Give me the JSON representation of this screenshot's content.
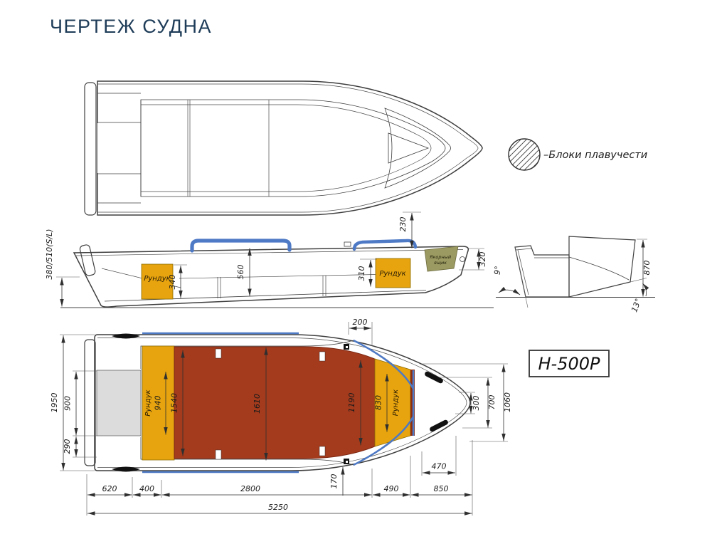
{
  "page": {
    "title": "ЧЕРТЕЖ СУДНА"
  },
  "legend": {
    "label": "–Блоки плавучести"
  },
  "model_badge": {
    "label": "Н-500Р"
  },
  "side_view": {
    "labels": {
      "locker_aft": "Рундук",
      "locker_fwd": "Рундук",
      "anchor_line1": "Якорный",
      "anchor_line2": "ящик"
    },
    "dims": {
      "transom_height": "380/510(S/L)",
      "locker_aft_height": "340",
      "cockpit_depth": "560",
      "locker_fwd_height": "310",
      "rail_height": "230",
      "bow_height": "320"
    }
  },
  "section_view": {
    "dims": {
      "flare": "9°",
      "height": "870",
      "deadrise": "13°"
    }
  },
  "plan_view": {
    "labels": {
      "locker_aft": "Рундук",
      "locker_fwd": "Рундук"
    },
    "dims": {
      "beam": "1950",
      "cockpit_width": "900",
      "side_section": "290",
      "locker_aft_length": "940",
      "floor_aft": "1540",
      "floor_mid": "1610",
      "floor_fwd": "1190",
      "locker_fwd_length": "830",
      "gunwale": "200",
      "bow_inner": "300",
      "bow_mid": "700",
      "bow_outer": "1060",
      "bow_deck": "470",
      "edge_offset": "170",
      "seg_620": "620",
      "seg_400": "400",
      "seg_2800": "2800",
      "seg_490": "490",
      "seg_850": "850",
      "total_length": "5250"
    }
  },
  "colors": {
    "title": "#1e3c58",
    "hull": "#e4e4e4",
    "floor": "#a43b1d",
    "locker": "#e7a40e",
    "anchor": "#9b9a62",
    "rail": "#4d79c5"
  }
}
